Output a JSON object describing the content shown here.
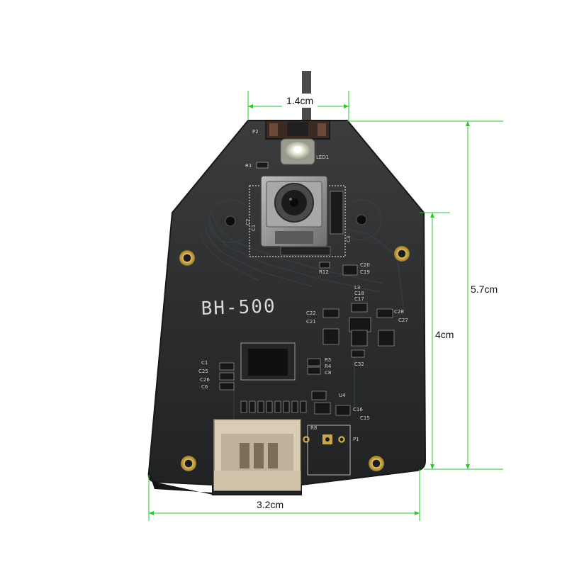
{
  "dimensions": {
    "top_width": "1.4cm",
    "total_height": "5.7cm",
    "side_height": "4cm",
    "bottom_width": "3.2cm",
    "line_color": "#22cc22"
  },
  "board": {
    "model": "BH-500",
    "board_color": "#2b2d2e",
    "silkscreen_color": "#d8d8d8",
    "pad_color": "#c9a64a",
    "labels": {
      "p2": "P2",
      "r1": "R1",
      "led1": "LED1",
      "c2": "C2",
      "c1_side": "C1",
      "c3": "C3",
      "r12": "R12",
      "c20": "C20",
      "c19": "C19",
      "l3": "L3",
      "c18": "C18",
      "c17": "C17",
      "c22": "C22",
      "c21": "C21",
      "c28": "C28",
      "c27": "C27",
      "c1": "C1",
      "c25": "C25",
      "c26": "C26",
      "c6": "C6",
      "r5": "R5",
      "r4": "R4",
      "c8": "C8",
      "c32": "C32",
      "c16": "C16",
      "c15": "C15",
      "r8": "R8",
      "p1": "P1",
      "u4": "U4"
    }
  }
}
